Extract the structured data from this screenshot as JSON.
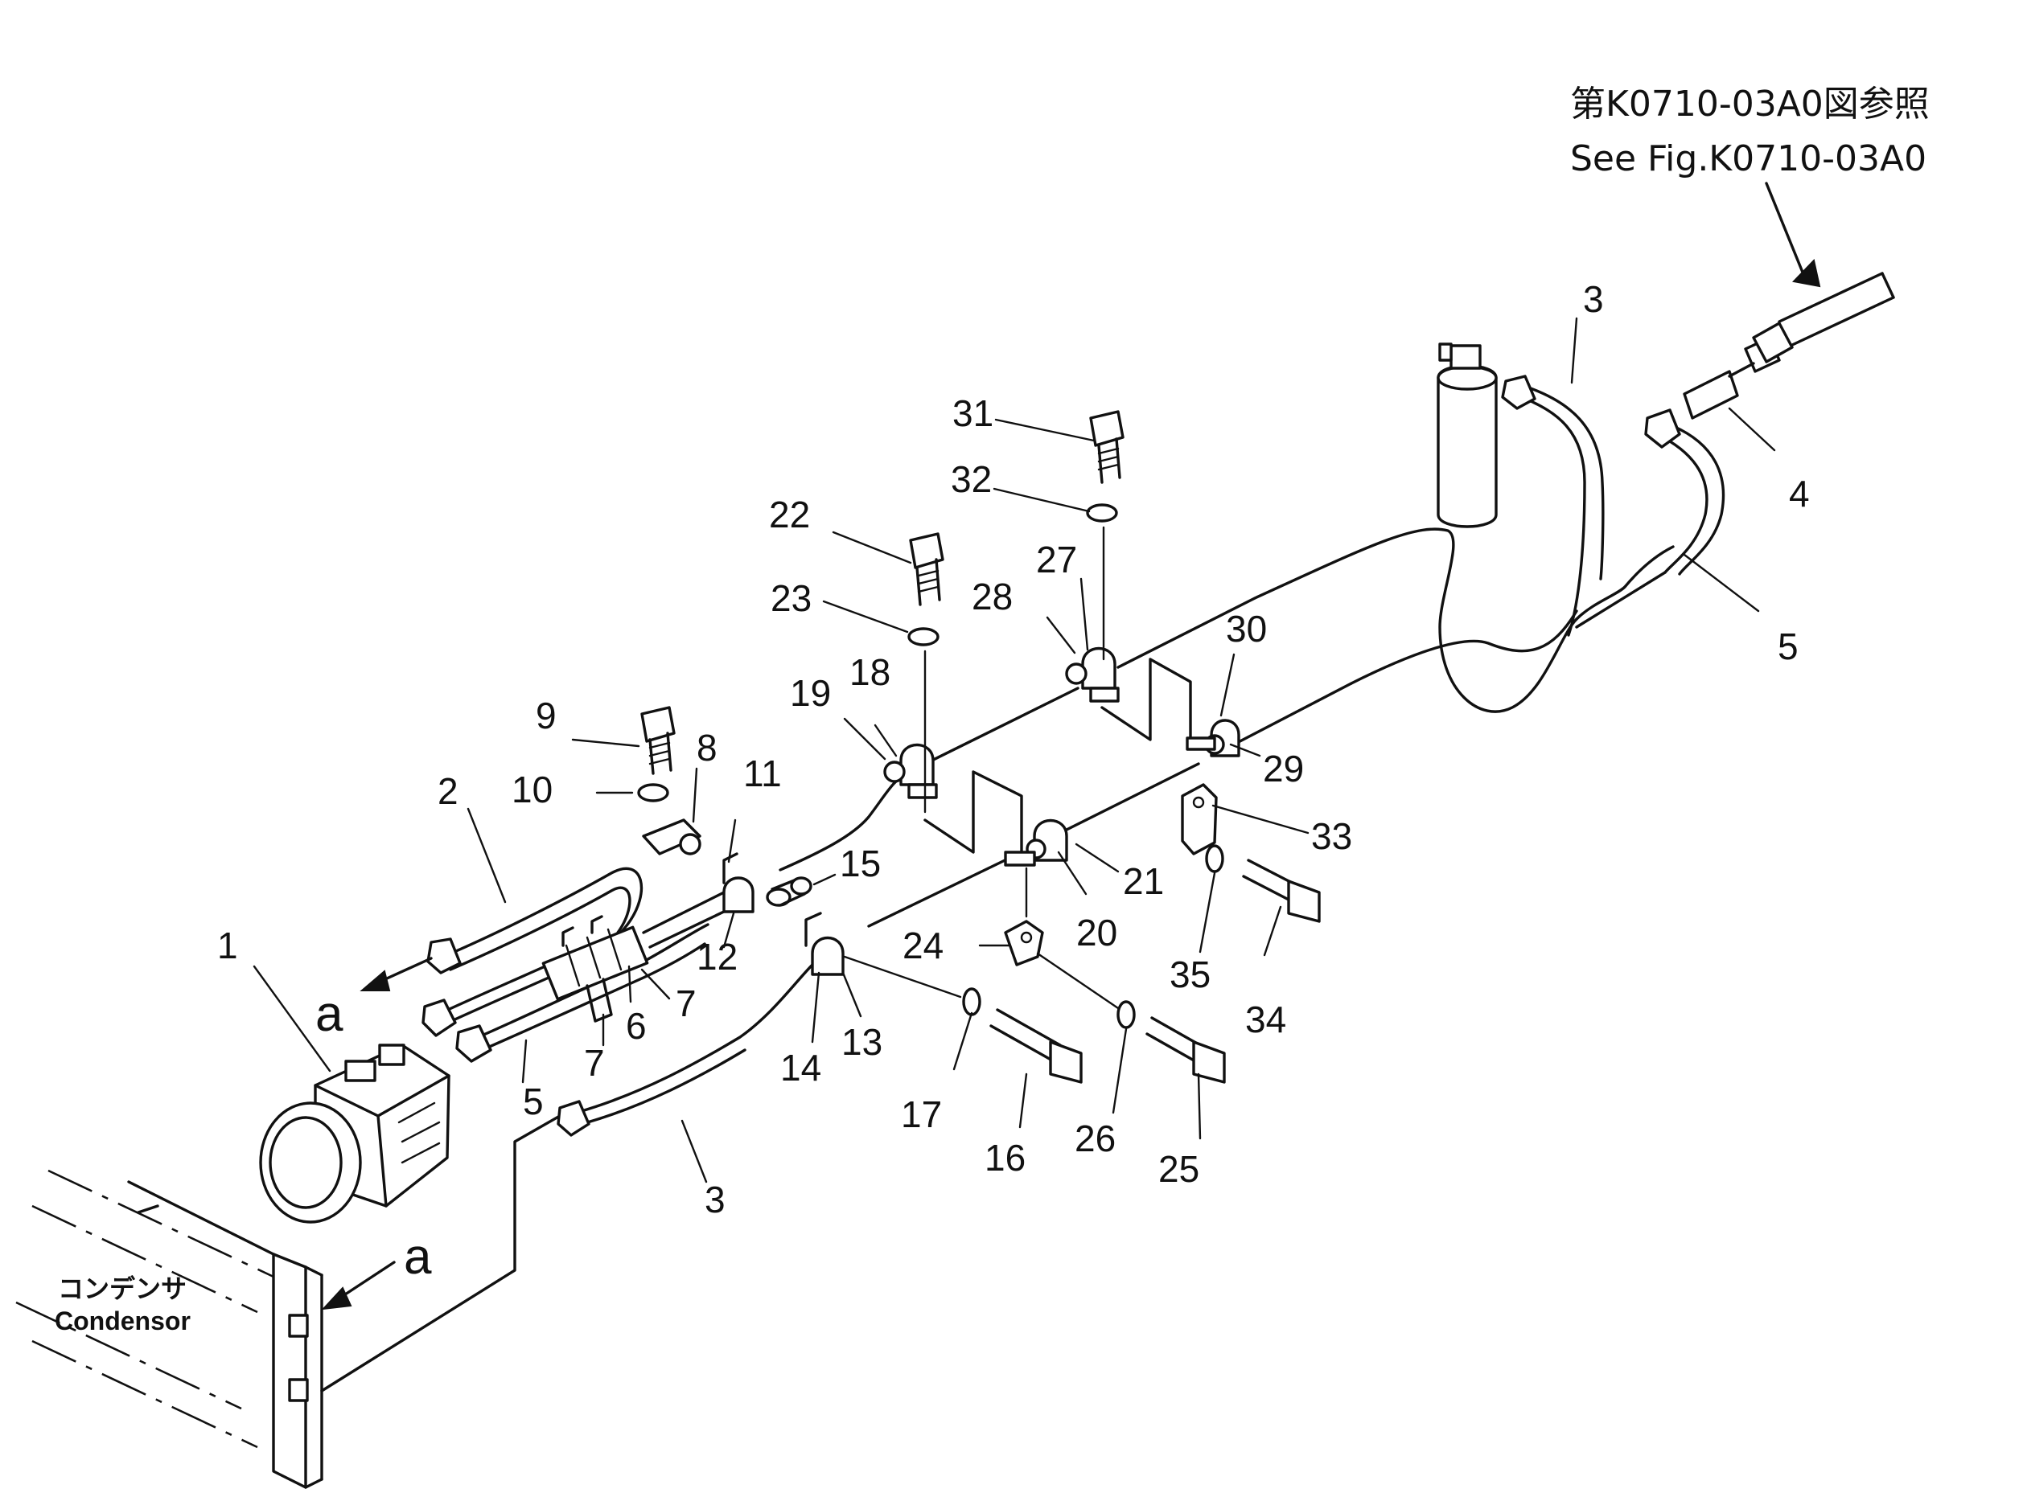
{
  "reference_note": {
    "line1": "第K0710-03A0図参照",
    "line2": "See Fig.K0710-03A0"
  },
  "condenser_label": {
    "japanese": "コンデンサ",
    "english": "Condensor"
  },
  "view_markers": [
    "a",
    "a"
  ],
  "part_numbers": {
    "p1": "1",
    "p2": "2",
    "p3a": "3",
    "p3b": "3",
    "p4": "4",
    "p5a": "5",
    "p5b": "5",
    "p6": "6",
    "p7a": "7",
    "p7b": "7",
    "p8": "8",
    "p9": "9",
    "p10": "10",
    "p11": "11",
    "p12": "12",
    "p13": "13",
    "p14": "14",
    "p15": "15",
    "p16": "16",
    "p17": "17",
    "p18": "18",
    "p19": "19",
    "p20": "20",
    "p21": "21",
    "p22": "22",
    "p23": "23",
    "p24": "24",
    "p25": "25",
    "p26": "26",
    "p27": "27",
    "p28": "28",
    "p29": "29",
    "p30": "30",
    "p31": "31",
    "p32": "32",
    "p33": "33",
    "p34": "34",
    "p35": "35"
  }
}
